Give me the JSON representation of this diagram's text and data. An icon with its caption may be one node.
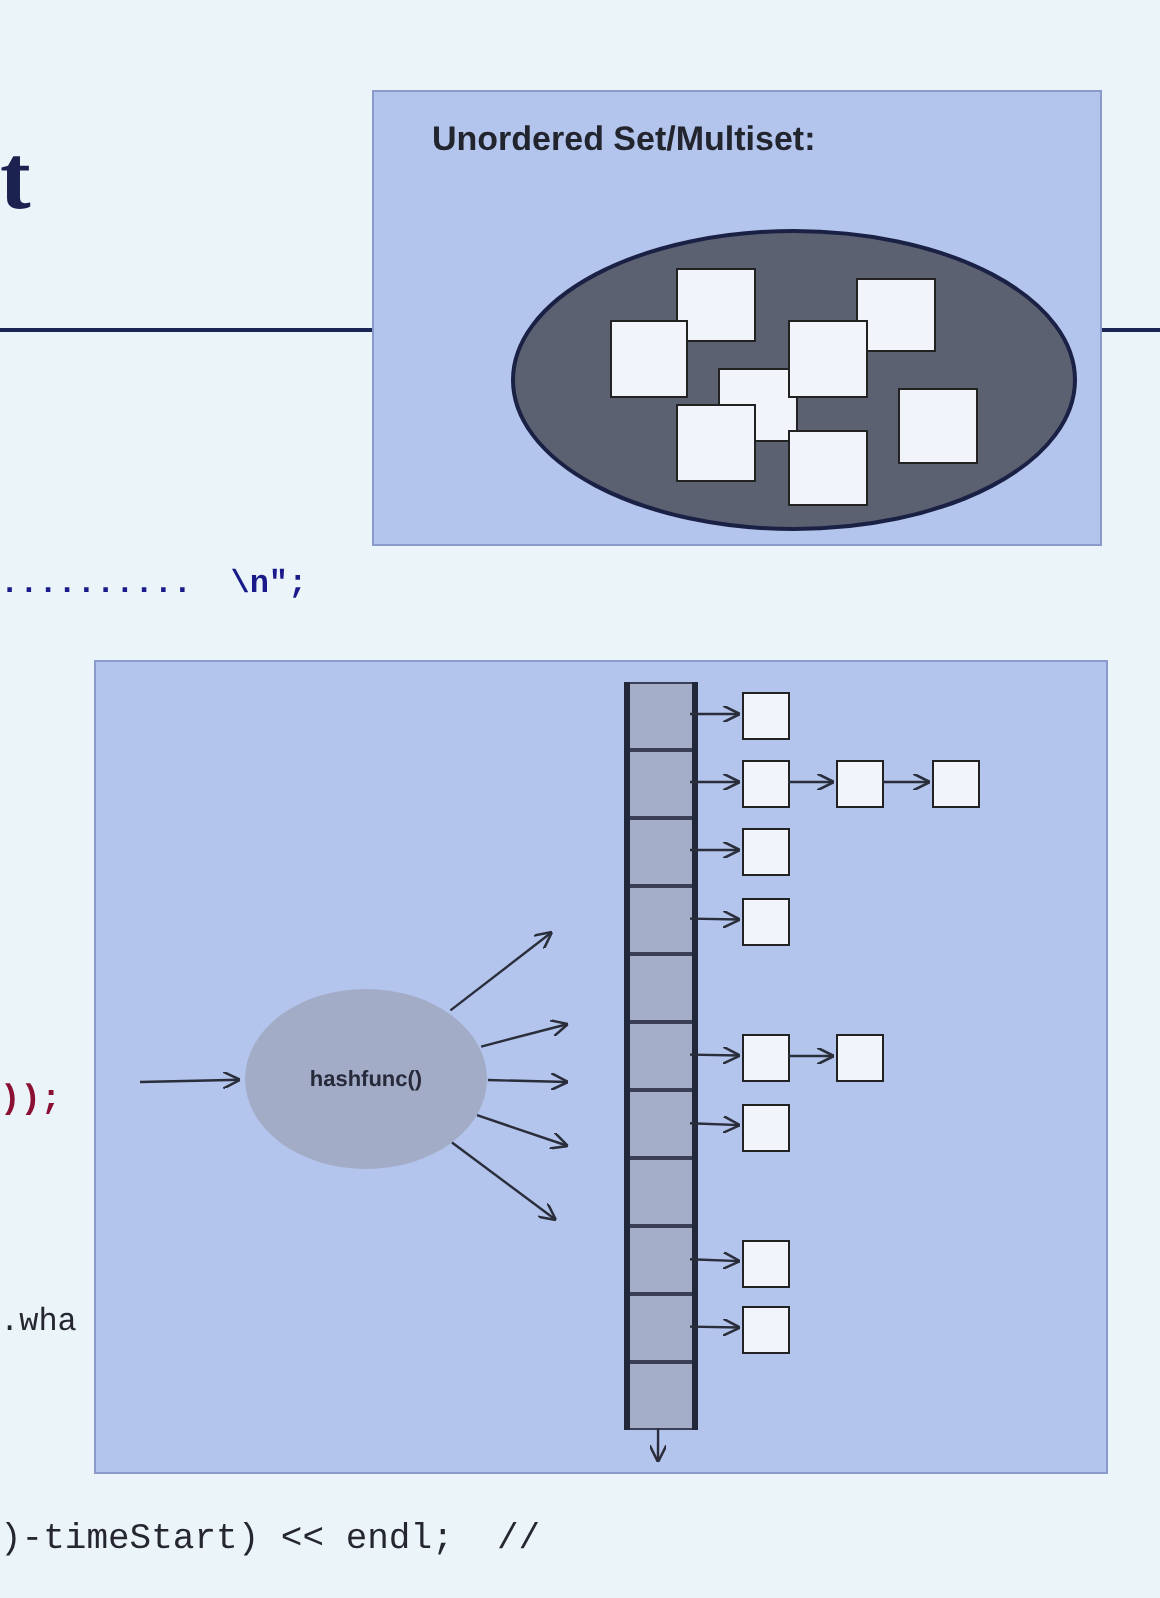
{
  "diagram": {
    "nodes": [
      {
        "text": [
          "Unordered Set/Multiset:"
        ]
      },
      {
        "text": [],
        "shape": "ellipse",
        "in": 0
      },
      {
        "text": [],
        "shape": "box",
        "in": 1
      },
      {
        "text": [],
        "shape": "box",
        "in": 1
      },
      {
        "text": [],
        "shape": "box",
        "in": 1
      },
      {
        "text": [],
        "shape": "box",
        "in": 1
      },
      {
        "text": [],
        "shape": "box",
        "in": 1
      },
      {
        "text": [],
        "shape": "box",
        "in": 1
      },
      {
        "text": [],
        "shape": "box",
        "in": 1
      },
      {
        "text": [],
        "shape": "box",
        "in": 1
      },
      {
        "text": [],
        "shape": "box"
      },
      {
        "text": [
          "hashfunc()"
        ],
        "in": 10
      },
      {
        "text": [],
        "shape": "bar",
        "in": 10
      },
      {
        "text": [],
        "shape": "box",
        "in": 12
      },
      {
        "text": [],
        "shape": "box",
        "in": 12
      },
      {
        "text": [],
        "shape": "box",
        "in": 12
      },
      {
        "text": [],
        "shape": "box",
        "in": 12
      },
      {
        "text": [],
        "shape": "box",
        "in": 12
      },
      {
        "text": [],
        "shape": "box",
        "in": 12
      },
      {
        "text": [],
        "shape": "box",
        "in": 12
      },
      {
        "text": [],
        "shape": "box",
        "in": 12
      },
      {
        "text": [],
        "shape": "box",
        "in": 12
      },
      {
        "text": [],
        "shape": "box",
        "in": 12
      },
      {
        "text": [],
        "shape": "box",
        "in": 12
      },
      {
        "text": [],
        "shape": "box",
        "in": 10
      },
      {
        "text": [],
        "shape": "box",
        "in": 10
      },
      {
        "text": [],
        "shape": "box",
        "in": 10
      },
      {
        "text": [],
        "shape": "box",
        "in": 10
      },
      {
        "text": [],
        "shape": "box",
        "in": 10
      },
      {
        "text": [],
        "shape": "box",
        "in": 10
      },
      {
        "text": [],
        "shape": "box",
        "in": 10
      },
      {
        "text": [],
        "shape": "box",
        "in": 10
      },
      {
        "text": [],
        "shape": "box",
        "in": 10
      },
      {
        "text": [],
        "shape": "box",
        "in": 10
      },
      {
        "text": [],
        "shape": "box",
        "in": 10
      }
    ],
    "edges": [
      {
        "from": null,
        "to": 11,
        "arrow": "to"
      },
      {
        "from": 11,
        "to": null,
        "arrow": "to"
      },
      {
        "from": 11,
        "to": null,
        "arrow": "to"
      },
      {
        "from": 11,
        "to": null,
        "arrow": "to"
      },
      {
        "from": 11,
        "to": null,
        "arrow": "to"
      },
      {
        "from": 11,
        "to": null,
        "arrow": "to"
      },
      {
        "from": 13,
        "to": 24,
        "arrow": "to"
      },
      {
        "from": 14,
        "to": 25,
        "arrow": "to"
      },
      {
        "from": 25,
        "to": 26,
        "arrow": "to"
      },
      {
        "from": 26,
        "to": 27,
        "arrow": "to"
      },
      {
        "from": 15,
        "to": 28,
        "arrow": "to"
      },
      {
        "from": 16,
        "to": 29,
        "arrow": "to"
      },
      {
        "from": 18,
        "to": 30,
        "arrow": "to"
      },
      {
        "from": 30,
        "to": 31,
        "arrow": "to"
      },
      {
        "from": 19,
        "to": 32,
        "arrow": "to"
      },
      {
        "from": 21,
        "to": 33,
        "arrow": "to"
      },
      {
        "from": 22,
        "to": 34,
        "arrow": "to"
      },
      {
        "from": 12,
        "to": null,
        "arrow": "to"
      }
    ],
    "labels": [
      "t",
      "..........  \\n\";",
      "));",
      ".wha",
      ")-timeStart) << endl;  //"
    ]
  }
}
